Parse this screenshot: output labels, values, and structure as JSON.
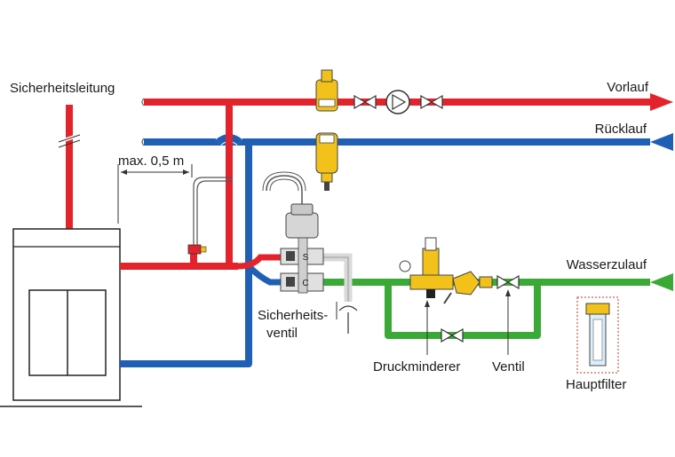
{
  "labels": {
    "safety_line": "Sicherheitsleitung",
    "supply": "Vorlauf",
    "return": "Rücklauf",
    "max_distance": "max. 0,5 m",
    "water_inlet": "Wasserzulauf",
    "safety_valve_line1": "Sicherheits-",
    "safety_valve_line2": "ventil",
    "pressure_reducer": "Druckminderer",
    "valve": "Ventil",
    "main_filter": "Hauptfilter",
    "mixer_s": "S",
    "mixer_c": "C"
  },
  "colors": {
    "supply_pipe": "#e3232b",
    "return_pipe": "#1f5fb4",
    "cold_water_pipe": "#3aa935",
    "fitting_brass": "#f2c21b",
    "safety_pipe": "#d9d9d9"
  }
}
